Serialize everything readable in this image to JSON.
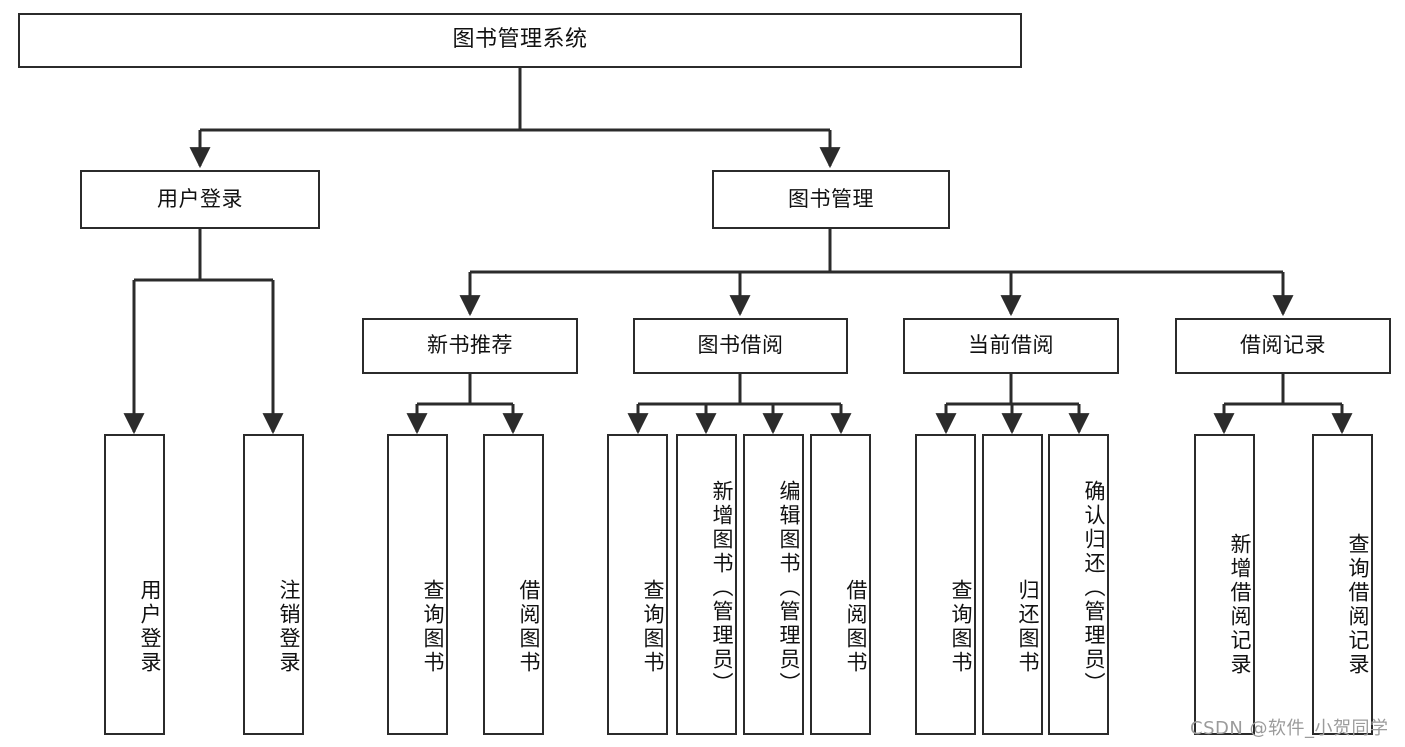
{
  "diagram": {
    "type": "tree",
    "title": "图书管理系统",
    "watermark": "CSDN @软件_小贺同学",
    "colors": {
      "box_border": "#2b2b2b",
      "box_fill": "#ffffff",
      "connector": "#2b2b2b",
      "text": "#111111",
      "watermark": "#9b9b9b"
    },
    "root": {
      "label": "图书管理系统"
    },
    "level2": [
      {
        "label": "用户登录"
      },
      {
        "label": "图书管理"
      }
    ],
    "level3": [
      {
        "label": "新书推荐"
      },
      {
        "label": "图书借阅"
      },
      {
        "label": "当前借阅"
      },
      {
        "label": "借阅记录"
      }
    ],
    "leaves": {
      "user_login": [
        {
          "label": "用户登录"
        },
        {
          "label": "注销登录"
        }
      ],
      "new_book_recommend": [
        {
          "label": "查询图书"
        },
        {
          "label": "借阅图书"
        }
      ],
      "book_borrow": [
        {
          "label": "查询图书"
        },
        {
          "label": "新增图书（管理员）"
        },
        {
          "label": "编辑图书（管理员）"
        },
        {
          "label": "借阅图书"
        }
      ],
      "current_borrow": [
        {
          "label": "查询图书"
        },
        {
          "label": "归还图书"
        },
        {
          "label": "确认归还（管理员）"
        }
      ],
      "borrow_record": [
        {
          "label": "新增借阅记录"
        },
        {
          "label": "查询借阅记录"
        }
      ]
    }
  }
}
